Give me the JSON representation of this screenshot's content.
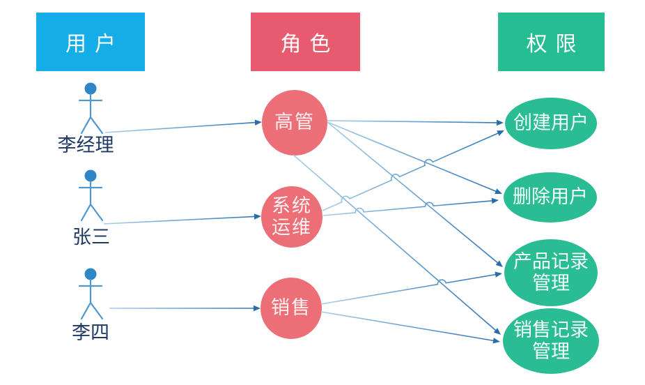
{
  "headers": [
    {
      "id": "users",
      "label": "用户"
    },
    {
      "id": "roles",
      "label": "角色"
    },
    {
      "id": "permissions",
      "label": "权限"
    }
  ],
  "users": [
    {
      "id": "li-jingli",
      "label": "李经理"
    },
    {
      "id": "zhang-san",
      "label": "张三"
    },
    {
      "id": "li-si",
      "label": "李四"
    }
  ],
  "roles": [
    {
      "id": "gaoguan",
      "lines": [
        "高管"
      ]
    },
    {
      "id": "xitong-yunwei",
      "lines": [
        "系统",
        "运维"
      ]
    },
    {
      "id": "xiaoshou",
      "lines": [
        "销售"
      ]
    }
  ],
  "permissions": [
    {
      "id": "chuangjian-yonghu",
      "lines": [
        "创建用户"
      ]
    },
    {
      "id": "shanchu-yonghu",
      "lines": [
        "删除用户"
      ]
    },
    {
      "id": "chanpin-jilu-guanli",
      "lines": [
        "产品记录",
        "管理"
      ]
    },
    {
      "id": "xiaoshou-jilu-guanli",
      "lines": [
        "销售记录",
        "管理"
      ]
    }
  ],
  "edges": {
    "user_to_role": [
      {
        "from": "li-jingli",
        "to": "gaoguan"
      },
      {
        "from": "zhang-san",
        "to": "xitong-yunwei"
      },
      {
        "from": "li-si",
        "to": "xiaoshou"
      }
    ],
    "role_to_permission": [
      {
        "from": "gaoguan",
        "to": "chuangjian-yonghu"
      },
      {
        "from": "gaoguan",
        "to": "shanchu-yonghu"
      },
      {
        "from": "gaoguan",
        "to": "chanpin-jilu-guanli"
      },
      {
        "from": "gaoguan",
        "to": "xiaoshou-jilu-guanli"
      },
      {
        "from": "xitong-yunwei",
        "to": "chuangjian-yonghu"
      },
      {
        "from": "xitong-yunwei",
        "to": "shanchu-yonghu"
      },
      {
        "from": "xiaoshou",
        "to": "chanpin-jilu-guanli"
      },
      {
        "from": "xiaoshou",
        "to": "xiaoshou-jilu-guanli"
      }
    ]
  },
  "colors": {
    "users_header": "#14ADE7",
    "roles_header": "#E85A6E",
    "perms_header": "#27BD92",
    "role_node": "#EC6E77",
    "perm_node": "#2ABD93",
    "edge_light": "#A9CDE9",
    "edge_dark": "#2E75B6",
    "arrowhead": "#2A6DA8",
    "figure_head": "#2E86C4",
    "figure_stroke": "#4E97D1",
    "user_label": "#1F3864"
  }
}
